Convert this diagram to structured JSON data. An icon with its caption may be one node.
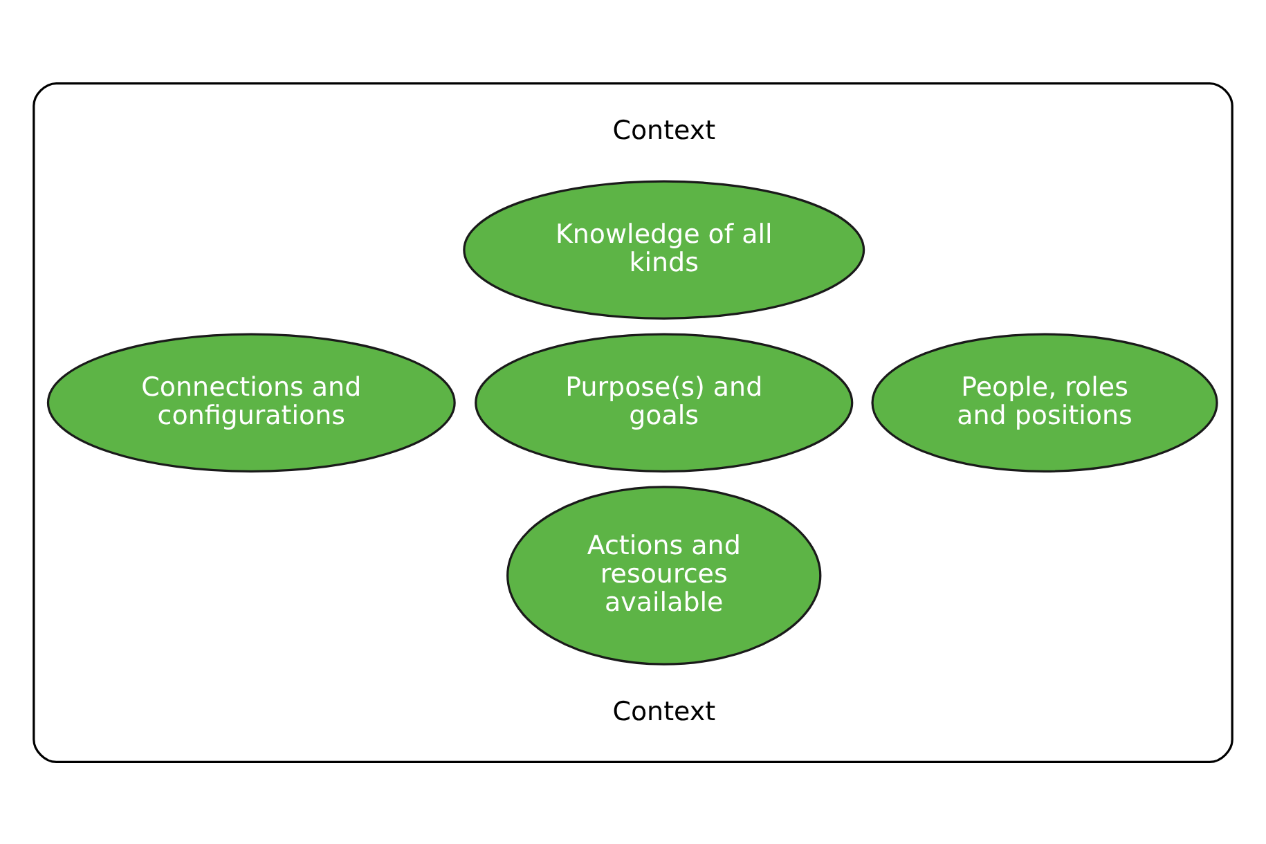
{
  "diagram": {
    "nodes": [
      {
        "text": [],
        "shape": "ellipse"
      },
      {
        "text": [
          "Knowledge of all kinds"
        ],
        "in": 0
      },
      {
        "text": [
          "Connections and configurations"
        ],
        "in": 0
      },
      {
        "text": [
          "Purpose(s) and goals"
        ],
        "in": 0
      },
      {
        "text": [
          "People, roles and positions"
        ],
        "in": 0
      },
      {
        "text": [
          "Actions and resources available"
        ],
        "in": 0
      }
    ],
    "edges": [],
    "labels": [
      "Context",
      "Context"
    ]
  }
}
